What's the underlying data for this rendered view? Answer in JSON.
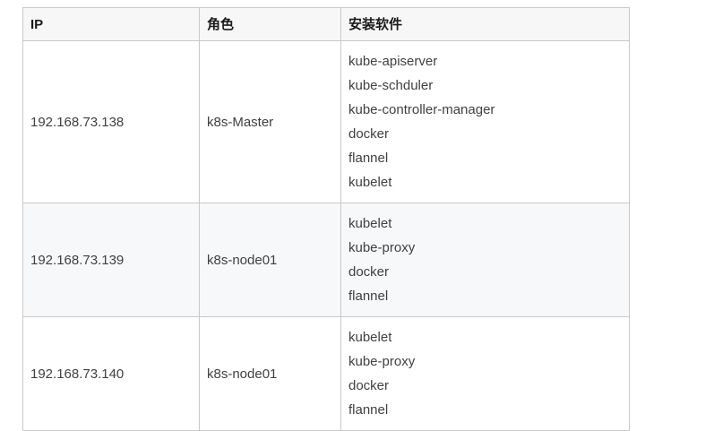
{
  "table": {
    "columns": [
      {
        "key": "ip",
        "label": "IP"
      },
      {
        "key": "role",
        "label": "角色"
      },
      {
        "key": "software",
        "label": "安装软件"
      }
    ],
    "rows": [
      {
        "ip": "192.168.73.138",
        "role": "k8s-Master",
        "software": [
          "kube-apiserver",
          "kube-schduler",
          "kube-controller-manager",
          "docker",
          "flannel",
          "kubelet"
        ]
      },
      {
        "ip": "192.168.73.139",
        "role": "k8s-node01",
        "software": [
          "kubelet",
          "kube-proxy",
          "docker",
          "flannel"
        ]
      },
      {
        "ip": "192.168.73.140",
        "role": "k8s-node01",
        "software": [
          "kubelet",
          "kube-proxy",
          "docker",
          "flannel"
        ]
      }
    ]
  },
  "colors": {
    "page_background": "#ffffff",
    "header_background": "#f7f7f7",
    "stripe_background": "#f7f8f9",
    "border": "#c9c9c9",
    "header_text": "#1a1a1a",
    "body_text": "#404040"
  }
}
